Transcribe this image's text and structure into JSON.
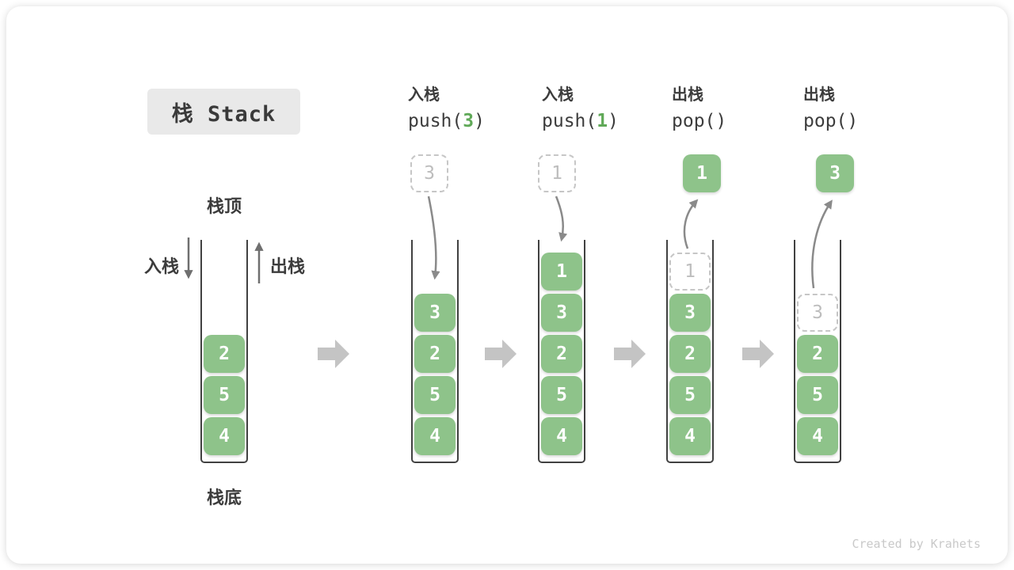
{
  "title": "栈 Stack",
  "legend": {
    "stack_top": "栈顶",
    "stack_bottom": "栈底",
    "push_side": "入栈",
    "pop_side": "出栈"
  },
  "watermark": "Created by Krahets",
  "colors": {
    "box_green": "#8EC38A",
    "accent_green": "#60A958",
    "stage_arrow_gray": "#C4C4C4",
    "curve_arrow_gray": "#8A8A8A",
    "ghost_gray": "#BDBDBD"
  },
  "stages": [
    {
      "name": "initial",
      "label": "",
      "op_prefix": "",
      "op_value": "",
      "op_suffix": "",
      "floating": null,
      "stack": [
        {
          "value": "2",
          "style": "solid"
        },
        {
          "value": "5",
          "style": "solid"
        },
        {
          "value": "4",
          "style": "solid"
        }
      ]
    },
    {
      "name": "push-3",
      "label": "入栈",
      "op_prefix": "push(",
      "op_value": "3",
      "op_suffix": ")",
      "floating": {
        "value": "3",
        "style": "dashed"
      },
      "stack": [
        {
          "value": "3",
          "style": "solid"
        },
        {
          "value": "2",
          "style": "solid"
        },
        {
          "value": "5",
          "style": "solid"
        },
        {
          "value": "4",
          "style": "solid"
        }
      ]
    },
    {
      "name": "push-1",
      "label": "入栈",
      "op_prefix": "push(",
      "op_value": "1",
      "op_suffix": ")",
      "floating": {
        "value": "1",
        "style": "dashed"
      },
      "stack": [
        {
          "value": "1",
          "style": "solid"
        },
        {
          "value": "3",
          "style": "solid"
        },
        {
          "value": "2",
          "style": "solid"
        },
        {
          "value": "5",
          "style": "solid"
        },
        {
          "value": "4",
          "style": "solid"
        }
      ]
    },
    {
      "name": "pop-1",
      "label": "出栈",
      "op_prefix": "pop(",
      "op_value": "",
      "op_suffix": ")",
      "floating": {
        "value": "1",
        "style": "solid"
      },
      "stack": [
        {
          "value": "1",
          "style": "dashed"
        },
        {
          "value": "3",
          "style": "solid"
        },
        {
          "value": "2",
          "style": "solid"
        },
        {
          "value": "5",
          "style": "solid"
        },
        {
          "value": "4",
          "style": "solid"
        }
      ]
    },
    {
      "name": "pop-3",
      "label": "出栈",
      "op_prefix": "pop(",
      "op_value": "",
      "op_suffix": ")",
      "floating": {
        "value": "3",
        "style": "solid"
      },
      "stack": [
        {
          "value": "3",
          "style": "dashed"
        },
        {
          "value": "2",
          "style": "solid"
        },
        {
          "value": "5",
          "style": "solid"
        },
        {
          "value": "4",
          "style": "solid"
        }
      ]
    }
  ]
}
